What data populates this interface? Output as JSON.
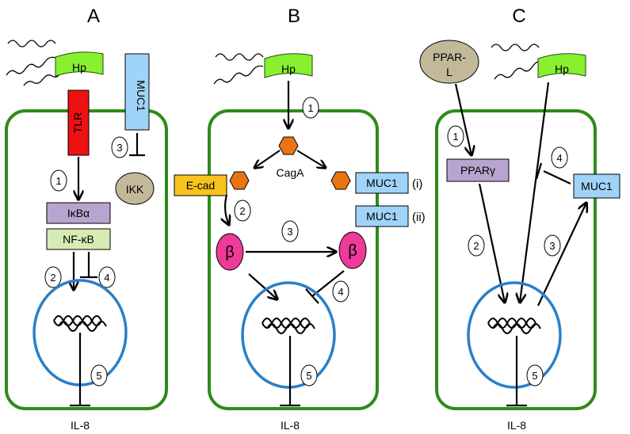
{
  "panels": [
    {
      "title": "A",
      "hp_label": "Hp",
      "tlr_label": "TLR",
      "muc1_label": "MUC1",
      "ikk_label": "IKK",
      "ikba_label": "IκBα",
      "nfkb_label": "NF-κB",
      "steps": [
        "1",
        "2",
        "3",
        "4",
        "5"
      ],
      "output_label": "IL-8"
    },
    {
      "title": "B",
      "hp_label": "Hp",
      "caga_label": "CagA",
      "ecad_label": "E-cad",
      "muc1_label": "MUC1",
      "muc1_i_tag": "(i)",
      "muc1_ii_tag": "(ii)",
      "beta_label": "β",
      "steps": [
        "1",
        "2",
        "3",
        "4",
        "5"
      ],
      "output_label": "IL-8"
    },
    {
      "title": "C",
      "hp_label": "Hp",
      "ppar_l_line1": "PPAR-",
      "ppar_l_line2": "L",
      "pparg_label": "PPARγ",
      "muc1_label": "MUC1",
      "steps": [
        "1",
        "2",
        "3",
        "4",
        "5"
      ],
      "output_label": "IL-8"
    }
  ],
  "colors": {
    "cell_border": "#2e8b1a",
    "nucleus_border": "#2a7fc8",
    "hp_fill": "#88f030",
    "tlr_fill": "#ee1111",
    "muc1_fill": "#9fd3f7",
    "ikk_fill": "#c2b89a",
    "ikba_fill": "#b8a5cf",
    "nfkb_fill": "#d6ecb4",
    "caga_fill": "#e87511",
    "ecad_fill": "#f8c31c",
    "beta_fill": "#ee3a98",
    "pparl_fill": "#c2b89a",
    "pparg_fill": "#b8a5cf"
  },
  "icons": [
    "flagellum-icon",
    "dna-helix-icon",
    "inhibition-bar-icon",
    "arrow-icon"
  ]
}
